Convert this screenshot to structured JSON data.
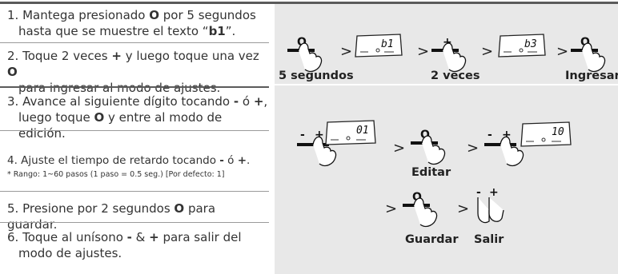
{
  "steps": [
    {
      "pre": "1. Mantega presionado ",
      "key": "O",
      "post": " por 5 segundos",
      "line2_pre": "hasta que se muestre el texto  “",
      "line2_key": "b1",
      "line2_post": "”."
    },
    {
      "pre": "2. Toque 2 veces ",
      "key": "+",
      "post": " y luego toque una vez ",
      "key2": "O",
      "line2": "para ingresar al modo de ajustes."
    },
    {
      "pre": "3. Avance al siguiente dígito tocando ",
      "key": "-",
      "mid": " ó ",
      "key2": "+",
      "post": ",",
      "line2_pre": "luego toque ",
      "line2_key": "O",
      "line2_post": " y entre al modo de edición."
    },
    {
      "pre": "4. Ajuste el tiempo de retardo tocando ",
      "key": "-",
      "mid": " ó ",
      "key2": "+",
      "post": ".",
      "footnote": "* Rango: 1~60 pasos (1 paso = 0.5 seg.) [Por defecto: 1]"
    },
    {
      "pre": "5. Presione por 2 segundos ",
      "key": "O",
      "post": " para guardar."
    },
    {
      "pre": "6. Toque al unísono ",
      "key": "-",
      "mid": " & ",
      "key2": "+",
      "post": " para salir del",
      "line2": "modo de ajustes."
    }
  ],
  "panel": {
    "labels": {
      "five_seconds": "5 segundos",
      "two_times": "2 veces",
      "enter": "Ingresar",
      "edit": "Editar",
      "save": "Guardar",
      "exit": "Salir"
    },
    "displays": {
      "first": "b1",
      "second": "b3",
      "third": "01",
      "fourth": "10"
    },
    "arrow": ">"
  },
  "colors": {
    "panel_bg": "#e8e8e8",
    "rule": "#5a5a5a",
    "text": "#333333"
  }
}
